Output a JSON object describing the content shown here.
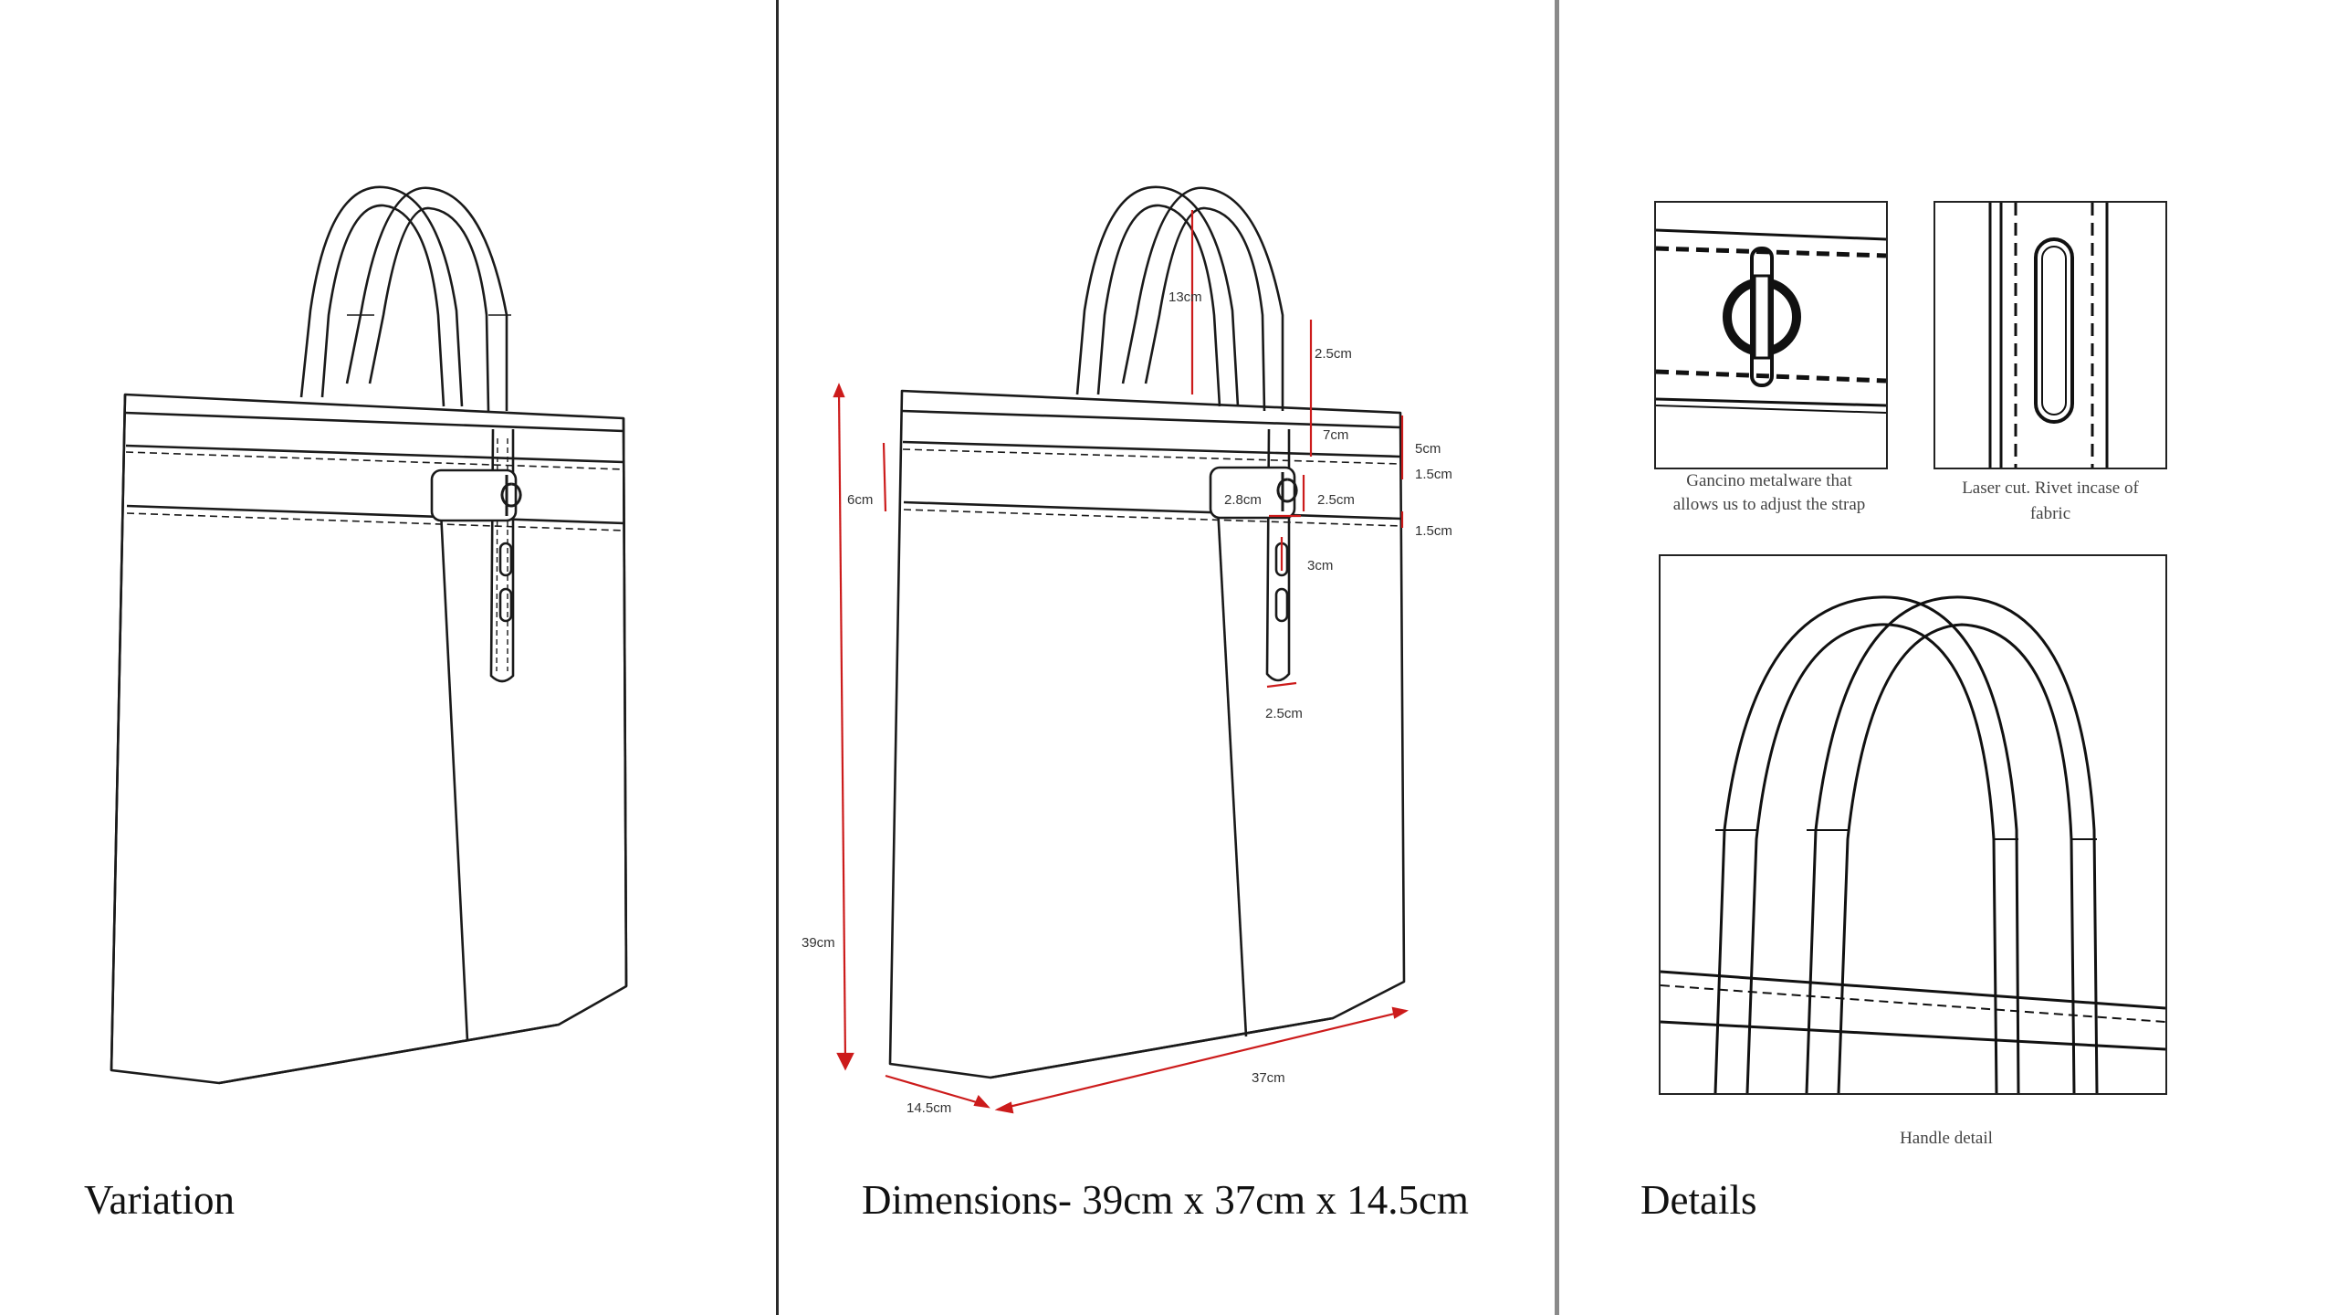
{
  "panels": {
    "variation": {
      "label": "Variation"
    },
    "dimensions": {
      "label": "Dimensions- 39cm x 37cm x 14.5cm",
      "measurements": {
        "handle_height": "13cm",
        "handle_base": "2.5cm",
        "strap_top": "7cm",
        "band_5": "5cm",
        "band_15a": "1.5cm",
        "band_15b": "1.5cm",
        "side_6": "6cm",
        "buckle_w": "2.8cm",
        "buckle_h": "2.5cm",
        "slot": "3cm",
        "strap_w": "2.5cm",
        "height": "39cm",
        "width": "37cm",
        "depth": "14.5cm"
      }
    },
    "details": {
      "label": "Details",
      "caption_gancino_1": "Gancino metalware that",
      "caption_gancino_2": "allows us to adjust the strap",
      "caption_laser_1": "Laser cut. Rivet incase of",
      "caption_laser_2": "fabric",
      "caption_handle": "Handle detail"
    }
  },
  "colors": {
    "dimension_lines": "#cc1b1b",
    "sketch": "#1a1a1a",
    "divider_left": "#2a2a2a",
    "divider_right": "#8a8a8a"
  }
}
